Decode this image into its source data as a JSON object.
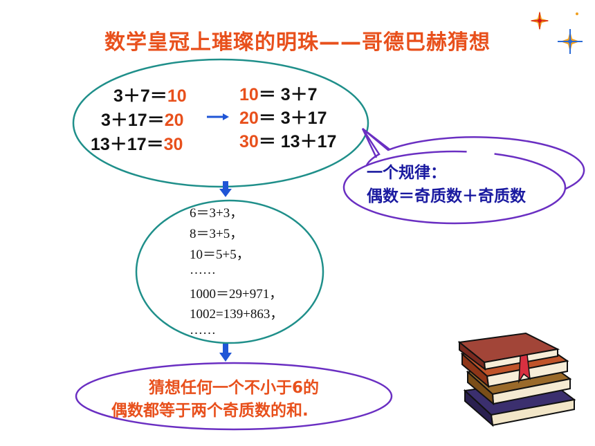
{
  "title": "数学皇冠上璀璨的明珠——哥德巴赫猜想",
  "left_equations": [
    {
      "lhs": "3＋7＝",
      "rhs": "10"
    },
    {
      "lhs": "3＋17＝",
      "rhs": "20"
    },
    {
      "lhs": "13＋17＝",
      "rhs": "30"
    }
  ],
  "right_equations": [
    {
      "lhs": "10",
      "rhs": "＝ 3＋7"
    },
    {
      "lhs": "20",
      "rhs": "＝ 3＋17"
    },
    {
      "lhs": "30",
      "rhs": "＝ 13＋17"
    }
  ],
  "callout": {
    "line1": "一个规律：",
    "line2": "偶数＝奇质数＋奇质数"
  },
  "examples": [
    "6＝3+3，",
    "8＝3+5，",
    "10＝5+5，",
    "……",
    "1000＝29+971，",
    "1002=139+863，",
    "……"
  ],
  "conclusion": {
    "line1": "猜想任何一个不小于6的",
    "line2": "偶数都等于两个奇质数的和."
  },
  "colors": {
    "accent": "#e8501c",
    "teal": "#1f8f8a",
    "purple": "#6a2fc2",
    "arrow": "#1f55d6"
  }
}
